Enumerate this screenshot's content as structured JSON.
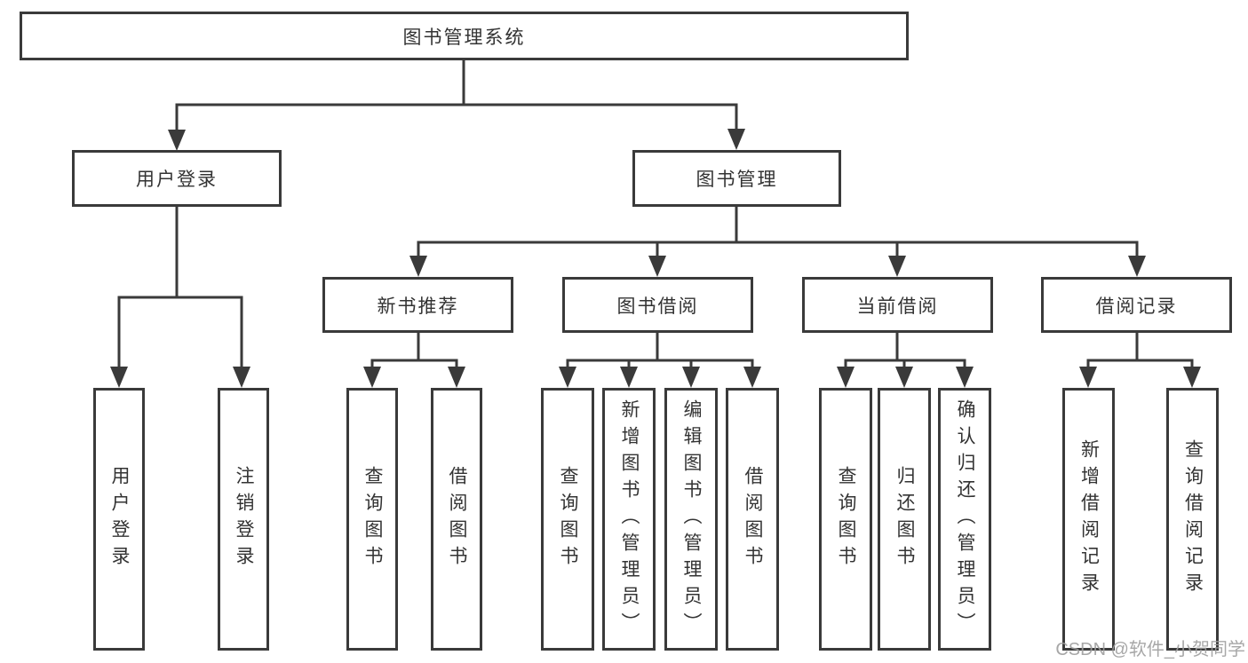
{
  "nodes": {
    "root": "图书管理系统",
    "user_login": "用户登录",
    "book_mgmt": "图书管理",
    "new_book_rec": "新书推荐",
    "book_borrow": "图书借阅",
    "current_borrow": "当前借阅",
    "borrow_record": "借阅记录"
  },
  "leaves": {
    "login": [
      "用户登录",
      "注销登录"
    ],
    "new_book": [
      "查询图书",
      "借阅图书"
    ],
    "borrow": [
      "查询图书",
      "新增图书（管理员）",
      "编辑图书（管理员）",
      "借阅图书"
    ],
    "current": [
      "查询图书",
      "归还图书",
      "确认归还（管理员）"
    ],
    "record": [
      "新增借阅记录",
      "查询借阅记录"
    ]
  },
  "watermark": "CSDN @软件_小贺同学",
  "colors": {
    "line": "#3a3a3a",
    "text": "#333333",
    "watermark_gray": "#9e9e9e",
    "background": "#ffffff"
  }
}
